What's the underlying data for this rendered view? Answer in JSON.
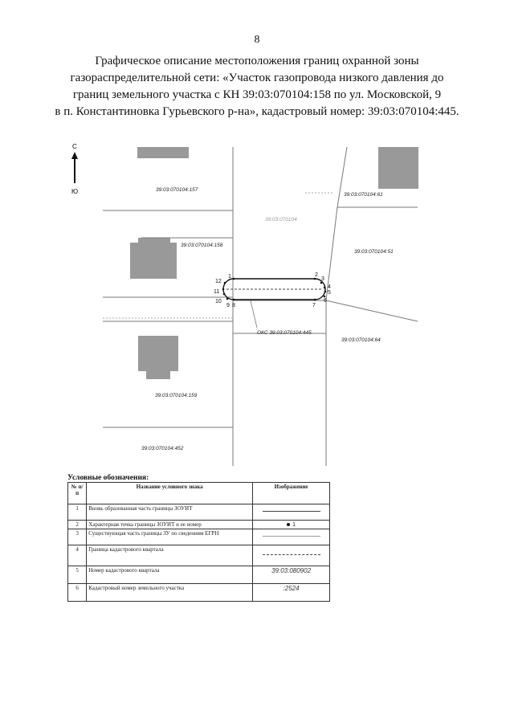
{
  "page_number": "8",
  "title_lines": [
    "Графическое описание местоположения границ охранной зоны",
    "газораспределительной сети: «Участок газопровода низкого давления до",
    "границ земельного участка с КН 39:03:070104:158 по ул. Московской, 9",
    "в п. Константиновка Гурьевского р-на», кадастровый номер: 39:03:070104:445."
  ],
  "map": {
    "compass": {
      "north": "С",
      "south": "Ю"
    },
    "parcels": {
      "p157": "39:03:070104:157",
      "p61": "39:03:070104:61",
      "quarter": "39:03:070104",
      "p158": "39:03:070104:158",
      "p51": "39:03:070104:51",
      "oks": "ОКС 39:03:070104:445",
      "p64": "39:03:070104:64",
      "p159": "39:03:070104:159",
      "p452": "39:03:070104:452"
    },
    "points": [
      "1",
      "2",
      "3",
      "4",
      "5",
      "6",
      "7",
      "8",
      "9",
      "10",
      "11",
      "12"
    ]
  },
  "legend": {
    "title": "Условные обозначения:",
    "headers": {
      "num": "№ п/ п",
      "name": "Название условного знака",
      "image": "Изображение"
    },
    "rows": [
      {
        "num": "1",
        "name": "Вновь образованная часть границы ЗОУИТ",
        "image_type": "solid-line",
        "image_text": ""
      },
      {
        "num": "2",
        "name": "Характерная точка границы ЗОУИТ и ее номер",
        "image_type": "point",
        "image_text": "1"
      },
      {
        "num": "3",
        "name": "Существующая часть границы ЗУ по сведениям ЕГРН",
        "image_type": "thin-line",
        "image_text": ""
      },
      {
        "num": "4",
        "name": "Граница кадастрового квартала",
        "image_type": "dashed-line",
        "image_text": ""
      },
      {
        "num": "5",
        "name": "Номер кадастрового квартала",
        "image_type": "text",
        "image_text": "39:03:080902"
      },
      {
        "num": "6",
        "name": "Кадастровый номер земельного участка",
        "image_type": "text",
        "image_text": ":2524"
      }
    ]
  }
}
